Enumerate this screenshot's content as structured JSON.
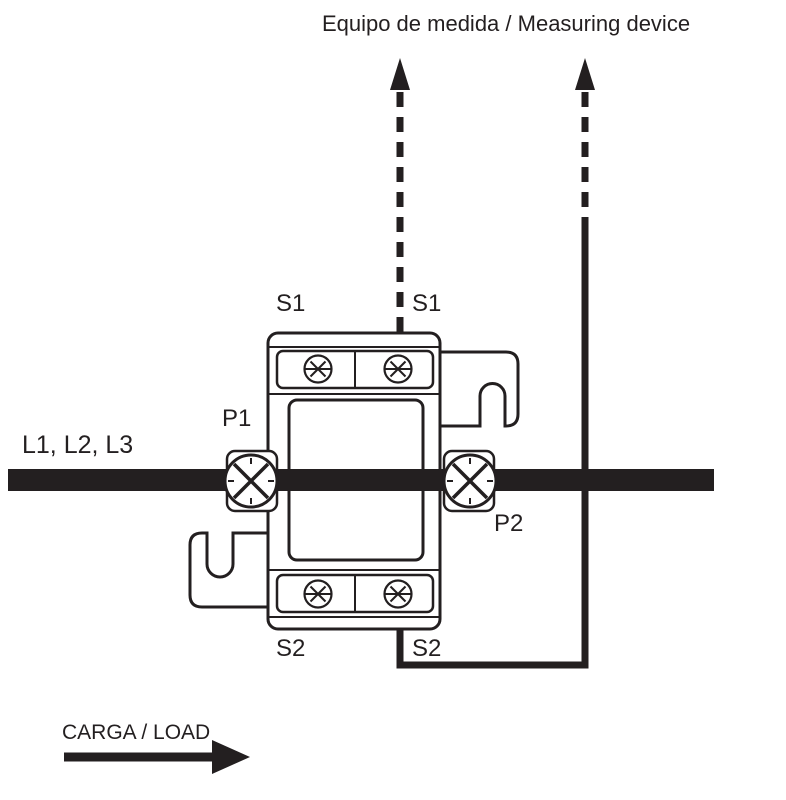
{
  "diagram": {
    "title": "Equipo de medida / Measuring device",
    "labels": {
      "s1_left": "S1",
      "s1_right": "S1",
      "p1": "P1",
      "p2": "P2",
      "s2_left": "S2",
      "s2_right": "S2",
      "primary_lines": "L1, L2, L3",
      "load": "CARGA / LOAD"
    },
    "colors": {
      "line": "#231f20",
      "background": "#ffffff"
    }
  }
}
